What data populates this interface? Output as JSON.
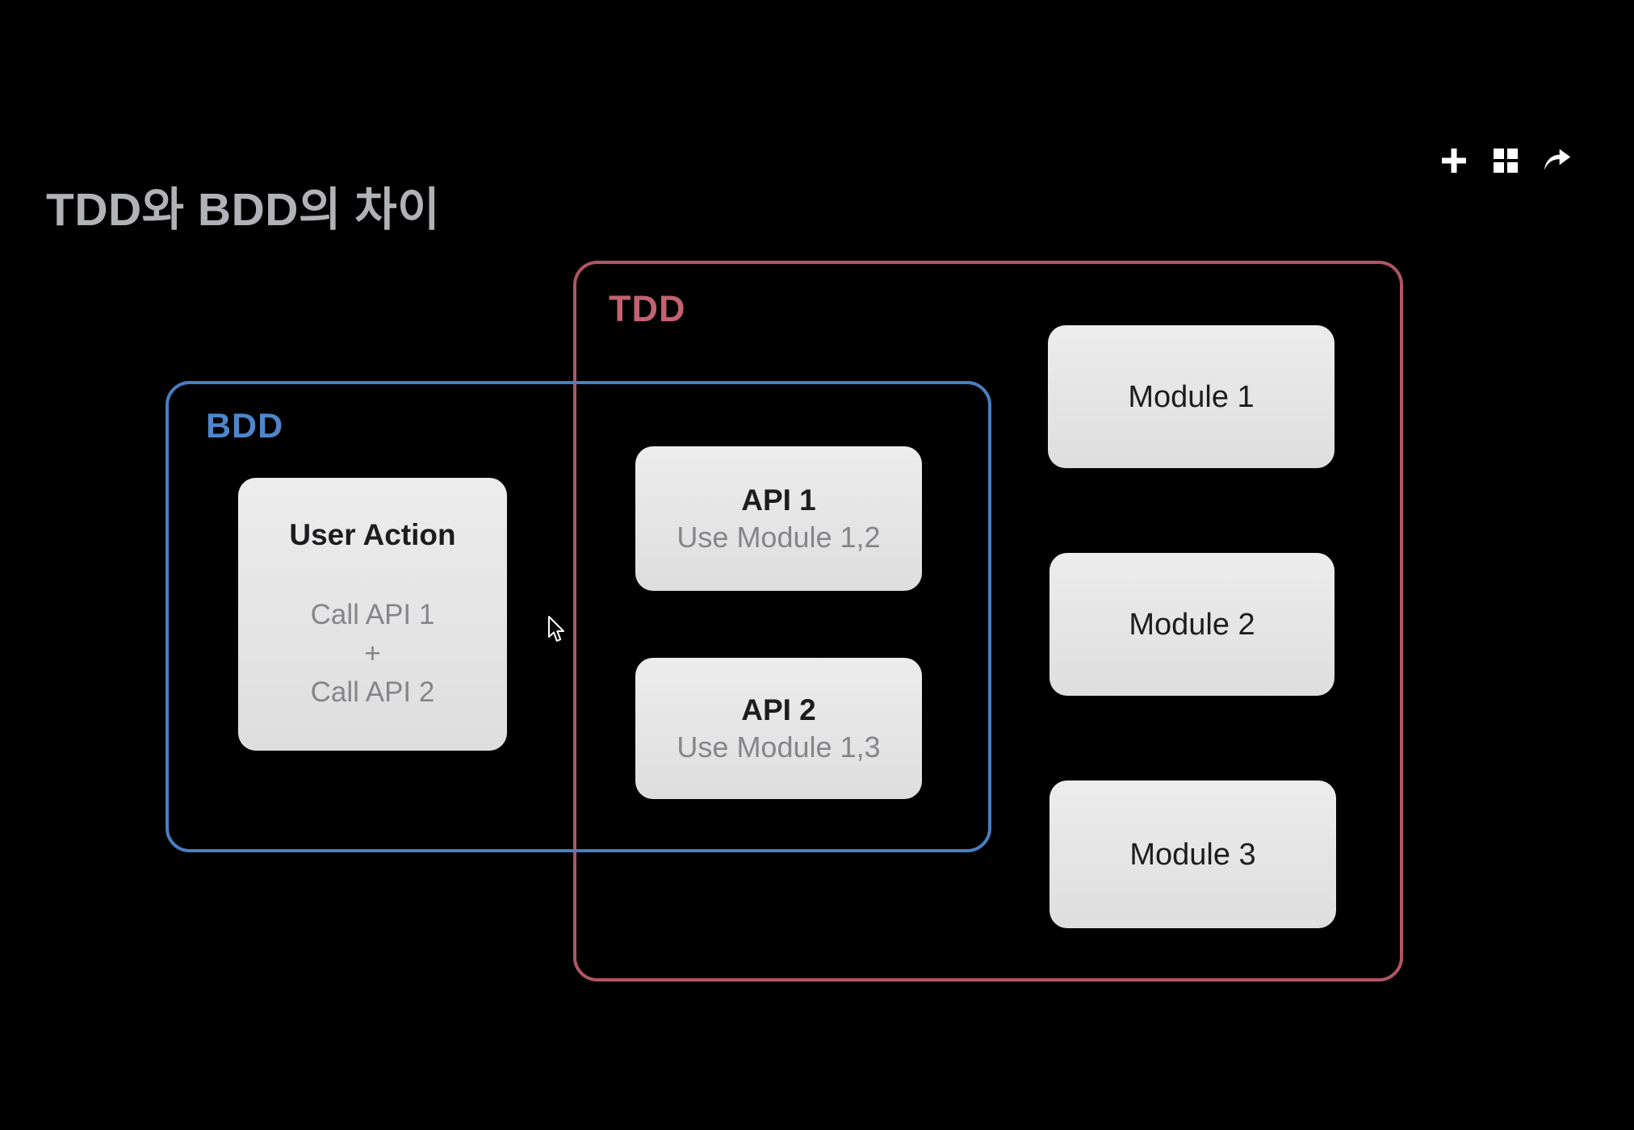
{
  "slide": {
    "title": "TDD와 BDD의 차이"
  },
  "toolbar": {
    "icons": [
      {
        "name": "add-icon",
        "glyph": "plus"
      },
      {
        "name": "grid-icon",
        "glyph": "four-squares"
      },
      {
        "name": "share-icon",
        "glyph": "curved-arrow"
      }
    ]
  },
  "diagram": {
    "groups": [
      {
        "id": "tdd",
        "label": "TDD"
      },
      {
        "id": "bdd",
        "label": "BDD"
      }
    ],
    "nodes": {
      "user_action": {
        "title": "User Action",
        "lines": [
          "Call API 1",
          "+",
          "Call API 2"
        ]
      },
      "api1": {
        "title": "API 1",
        "subtitle": "Use Module 1,2"
      },
      "api2": {
        "title": "API 2",
        "subtitle": "Use Module 1,3"
      },
      "module1": {
        "title": "Module 1"
      },
      "module2": {
        "title": "Module 2"
      },
      "module3": {
        "title": "Module 3"
      }
    },
    "cursor_icon": "arrow-pointer"
  },
  "colors": {
    "background": "#000000",
    "title_text": "#b0b2b5",
    "tdd_accent": "#b05565",
    "tdd_label": "#c4626f",
    "bdd_accent": "#4a7ec2",
    "bdd_label": "#4e86c9",
    "node_fill": "#e6e6e6",
    "node_title_text": "#1d1d1f",
    "node_sub_text": "#85858a",
    "icon_color": "#ffffff"
  }
}
